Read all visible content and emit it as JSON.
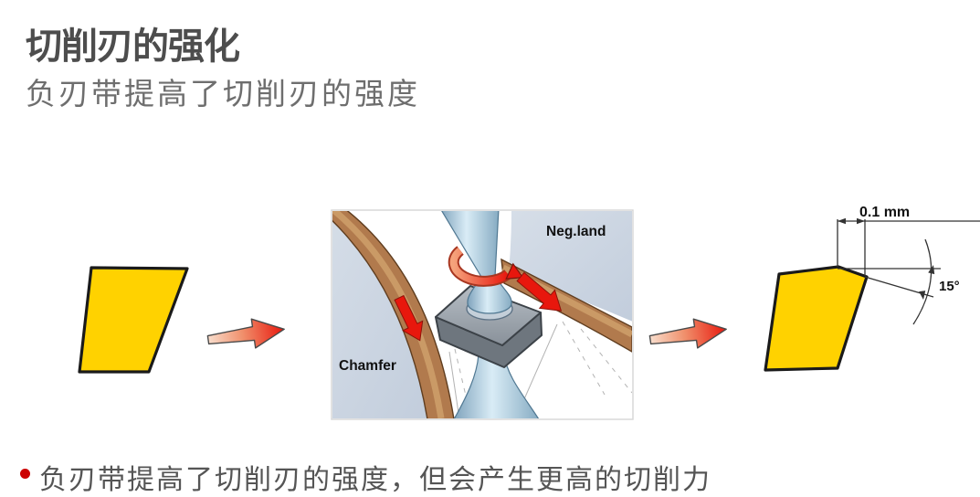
{
  "slide": {
    "title": "切削刃的强化",
    "subtitle": "负刃带提高了切削刃的强度",
    "bullet": "负刃带提高了切削刃的强度，但会产生更高的切削力"
  },
  "illustration": {
    "neg_land_label": "Neg.land",
    "chamfer_label": "Chamfer"
  },
  "detail": {
    "dim_label": "0.1 mm",
    "angle_label": "15°"
  },
  "colors": {
    "insert_yellow": "#FFD200",
    "arrow_red": "#E8170D",
    "bullet_red": "#CC0000",
    "title_gray": "#4D4D4D",
    "subtitle_gray": "#6E6E6E",
    "wheel_brown": "#B17A4D",
    "disc_blue": "#C9D4E1",
    "spindle_blue": "#A9C6DB",
    "insert_gray": "#9AA2AA"
  }
}
